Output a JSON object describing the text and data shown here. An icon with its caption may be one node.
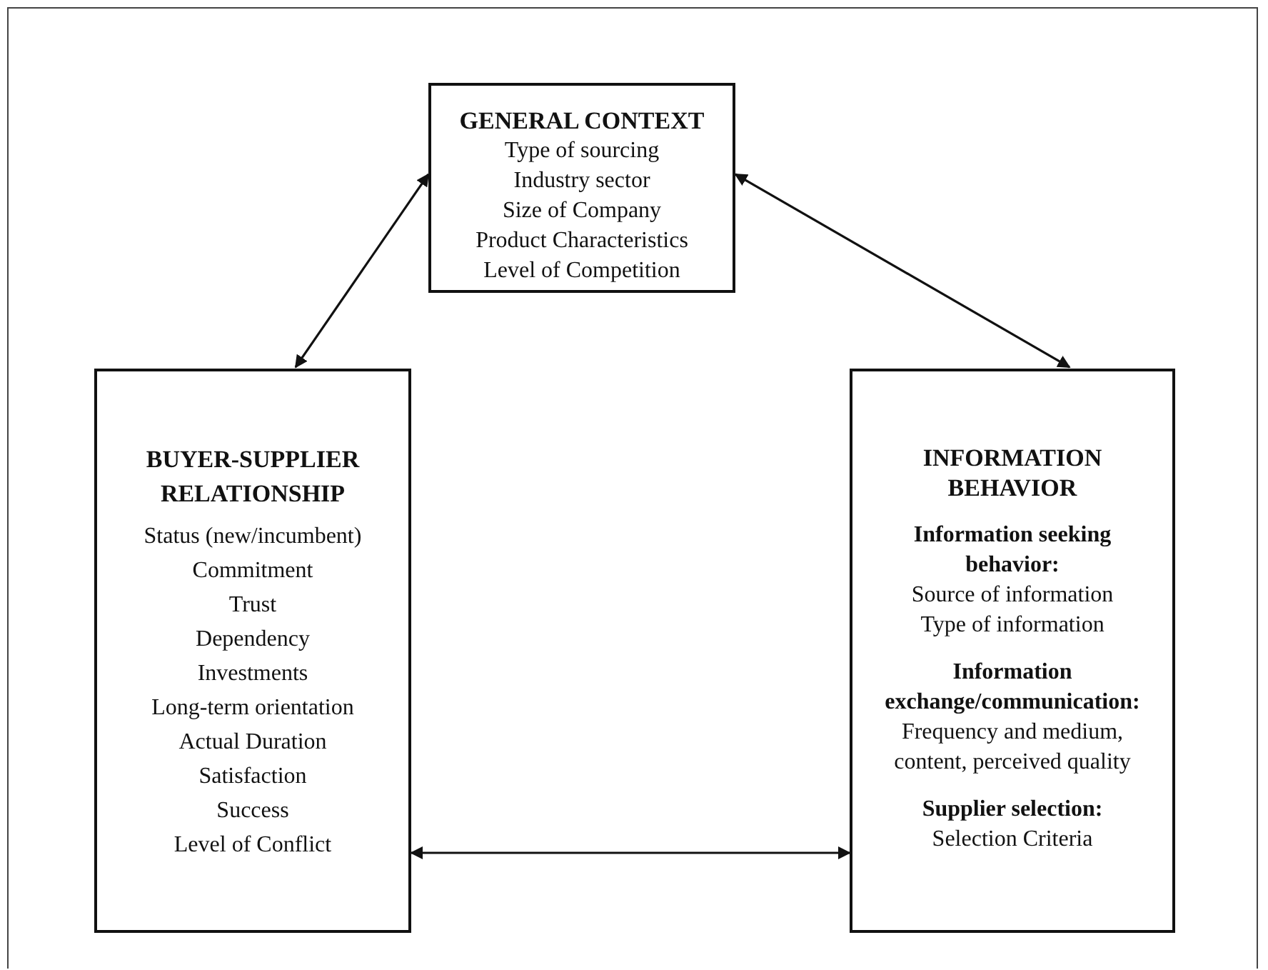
{
  "diagram": {
    "nodes": [
      {
        "text": [
          "GENERAL CONTEXT",
          "Type of sourcing",
          "Industry sector",
          "Size of Company",
          "Product Characteristics",
          "Level of Competition"
        ]
      },
      {
        "text": [
          "BUYER-SUPPLIER RELATIONSHIP",
          "Status (new/incumbent)",
          "Commitment",
          "Trust",
          "Dependency",
          "Investments",
          "Long-term orientation",
          "Actual Duration",
          "Satisfaction",
          "Success",
          "Level of Conflict"
        ]
      },
      {
        "text": [
          "INFORMATION BEHAVIOR",
          "Information seeking behavior:",
          "Source of information",
          "Type of information",
          "Information exchange/communication:",
          "Frequency and medium, content, perceived quality",
          "Supplier selection:",
          "Selection Criteria"
        ]
      }
    ],
    "edges": [
      {
        "from": 0,
        "to": 1,
        "arrow": "both"
      },
      {
        "from": 0,
        "to": 2,
        "arrow": "both"
      },
      {
        "from": 1,
        "to": 2,
        "arrow": "both"
      }
    ]
  }
}
